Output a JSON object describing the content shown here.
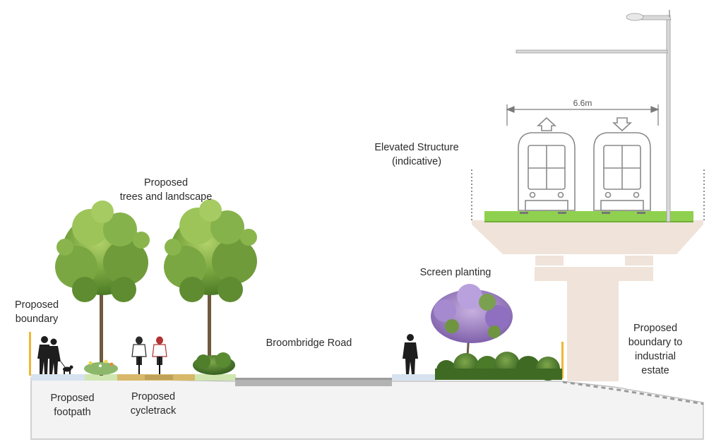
{
  "labels": {
    "proposed_trees": {
      "line1": "Proposed",
      "line2": "trees and landscape"
    },
    "elevated_structure": {
      "line1": "Elevated Structure",
      "line2": "(indicative)"
    },
    "dimension": "6.6m",
    "proposed_boundary": {
      "line1": "Proposed",
      "line2": "boundary"
    },
    "broombridge_road": "Broombridge Road",
    "screen_planting": "Screen planting",
    "boundary_industrial": {
      "line1": "Proposed",
      "line2": "boundary to",
      "line3": "industrial",
      "line4": "estate"
    },
    "proposed_footpath": {
      "line1": "Proposed",
      "line2": "footpath"
    },
    "proposed_cycletrack": {
      "line1": "Proposed",
      "line2": "cycletrack"
    }
  },
  "colors": {
    "ground": "#f2f2f2",
    "ground_outline": "#b5b5b5",
    "footpath": "#d6e2ef",
    "grass_strip": "#cfe6b0",
    "cycletrack": "#d8b86a",
    "road": "#b3b3b3",
    "deck_green": "#8fd14f",
    "structure": "#efe3da",
    "boundary_line": "#f0b732",
    "foliage_dark": "#4f7f2a",
    "foliage_light": "#8cb850",
    "flowering": "#9a7bc2",
    "tram_outline": "#888888",
    "silhouette": "#1e1e1e"
  }
}
